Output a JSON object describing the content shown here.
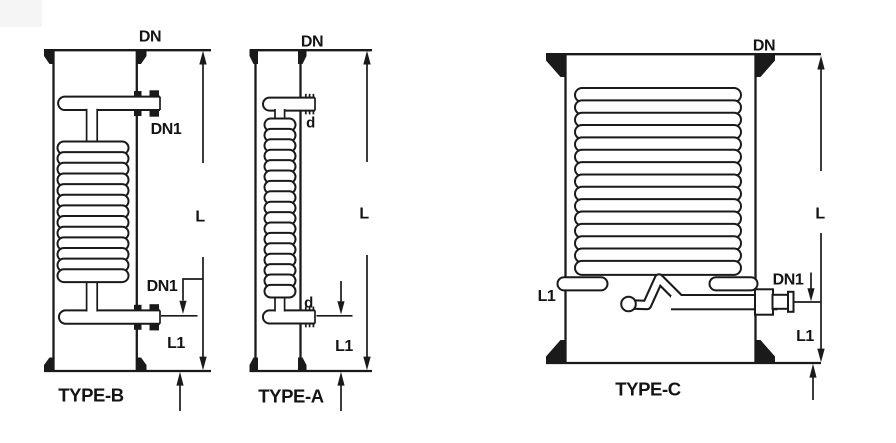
{
  "canvas": {
    "background": "#ffffff",
    "line_color": "#1a1a1a"
  },
  "figures": {
    "type_b": {
      "title": "TYPE-B",
      "labels": {
        "dn": "DN",
        "dn1_top": "DN1",
        "dn1_bottom": "DN1",
        "length": "L",
        "bottom_clearance": "L1"
      }
    },
    "type_a": {
      "title": "TYPE-A",
      "labels": {
        "dn": "DN",
        "d_top": "d",
        "d_bottom": "d",
        "length": "L",
        "bottom_clearance": "L1"
      }
    },
    "type_c": {
      "title": "TYPE-C",
      "labels": {
        "dn": "DN",
        "dn1": "DN1",
        "length": "L",
        "l1_left": "L1",
        "l1_right": "L1"
      }
    }
  }
}
